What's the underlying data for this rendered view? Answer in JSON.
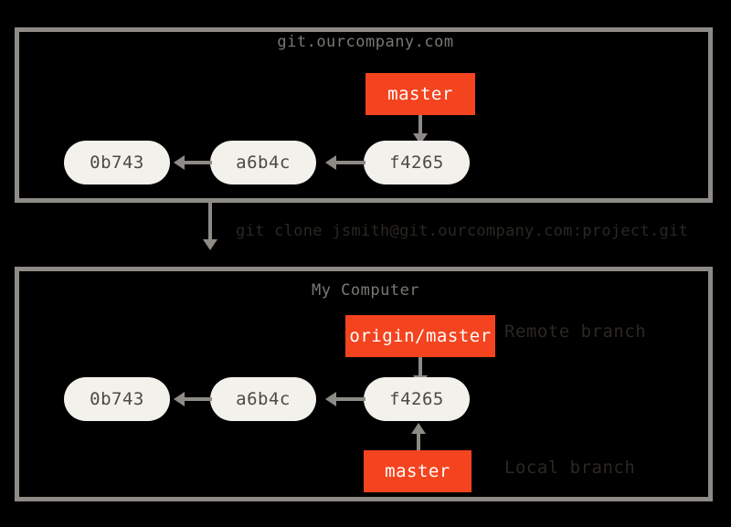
{
  "diagram": {
    "background_color": "#000000",
    "frame_border_color": "#8e8b87",
    "commit_node_color": "#f2f1eb",
    "branch_box_color": "#f4441f",
    "title_text_color": "#7b7873",
    "annotation_text_color": "#2b2722"
  },
  "server": {
    "title": "git.ourcompany.com",
    "commits": [
      {
        "id": "0b743"
      },
      {
        "id": "a6b4c"
      },
      {
        "id": "f4265"
      }
    ],
    "branch": {
      "label": "master"
    }
  },
  "clone": {
    "command": "git clone jsmith@git.ourcompany.com:project.git"
  },
  "local": {
    "title": "My Computer",
    "commits": [
      {
        "id": "0b743"
      },
      {
        "id": "a6b4c"
      },
      {
        "id": "f4265"
      }
    ],
    "remote_branch": {
      "label": "origin/master",
      "annotation": "Remote branch"
    },
    "local_branch": {
      "label": "master",
      "annotation": "Local branch"
    }
  }
}
